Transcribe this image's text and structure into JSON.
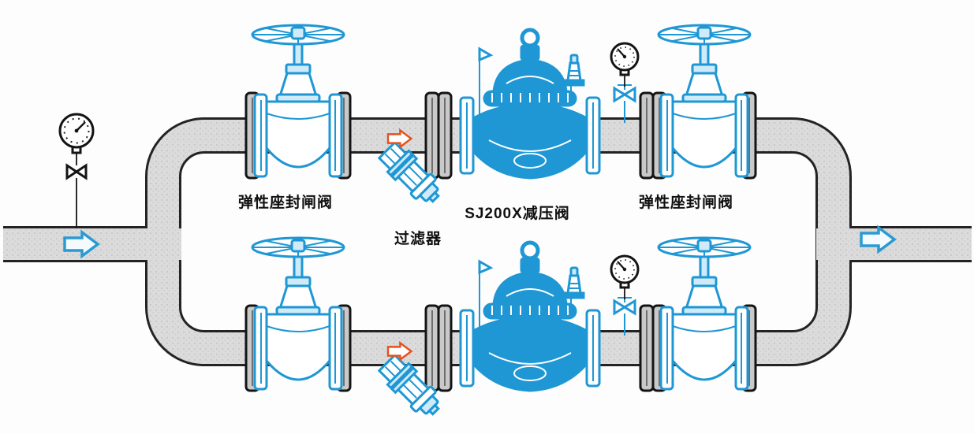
{
  "diagram": {
    "type": "pipeline-installation-schematic",
    "labels": {
      "gate_valve_left": "弹性座封闸阀",
      "strainer": "过滤器",
      "pressure_reducing_valve": "SJ200X减压阀",
      "gate_valve_right": "弹性座封闸阀"
    },
    "colors": {
      "component_blue": "#1e97d4",
      "component_light_blue": "#cfeaf8",
      "pipe_fill": "#dbdbdb",
      "pipe_outline": "#232323",
      "flow_arrow_blue": "#2a9ad2",
      "flow_arrow_red": "#e6511f",
      "line_black": "#141414",
      "label_color": "#101010"
    }
  }
}
